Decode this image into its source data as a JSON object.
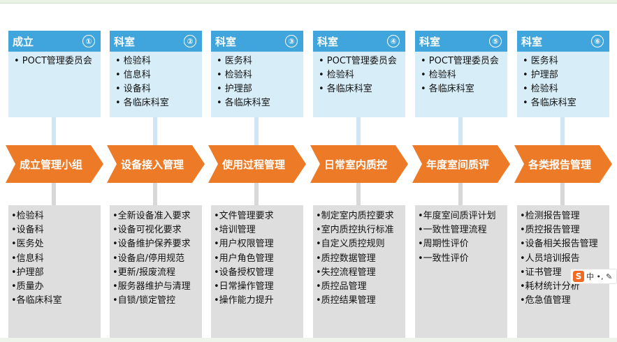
{
  "columns": [
    {
      "header": "成立",
      "num": "①",
      "top_items": [
        "• POCT管理委员会"
      ],
      "step": "成立管理小组",
      "bottom_items": [
        "•检验科",
        "•设备科",
        "•医务处",
        "•信息科",
        "•护理部",
        "•质量办",
        "•各临床科室"
      ]
    },
    {
      "header": "科室",
      "num": "②",
      "top_items": [
        "• 检验科",
        "• 信息科",
        "• 设备科",
        "• 各临床科室"
      ],
      "step": "设备接入管理",
      "bottom_items": [
        "•全新设备准入要求",
        "•设备可视化要求",
        "•设备维护保养要求",
        "•设备启/停用规范",
        "•更新/报废流程",
        "•服务器维护与清理",
        "•自锁/锁定管控"
      ]
    },
    {
      "header": "科室",
      "num": "③",
      "top_items": [
        "• 医务科",
        "• 检验科",
        "• 护理部",
        "• 各临床科室"
      ],
      "step": "使用过程管理",
      "bottom_items": [
        "•文件管理要求",
        "•培训管理",
        "•用户权限管理",
        "•用户角色管理",
        "•设备授权管理",
        "•日常操作管理",
        "•操作能力提升"
      ]
    },
    {
      "header": "科室",
      "num": "④",
      "top_items": [
        "• POCT管理委员会",
        "• 检验科",
        "• 各临床科室"
      ],
      "step": "日常室内质控",
      "bottom_items": [
        "•制定室内质控要求",
        "•室内质控执行标准",
        "•自定义质控规则",
        "•质控数据管理",
        "•失控流程管理",
        "•质控品管理",
        "•质控结果管理"
      ]
    },
    {
      "header": "科室",
      "num": "⑤",
      "top_items": [
        "• POCT管理委员会",
        "• 检验科",
        "• 各临床科室"
      ],
      "step": "年度室间质评",
      "bottom_items": [
        "•年度室间质评计划",
        "•一致性管理流程",
        "•周期性评价",
        "•一致性评价"
      ]
    },
    {
      "header": "科室",
      "num": "⑥",
      "top_items": [
        "• 医务科",
        "• 护理部",
        "• 检验科",
        "• 各临床科室"
      ],
      "step": "各类报告管理",
      "bottom_items": [
        "•检测报告管理",
        "•质控报告管理",
        "•设备相关报告管理",
        "•人员培训报告",
        "•证书管理",
        "•耗材统计分析",
        "•危急值管理"
      ]
    }
  ],
  "ime": {
    "logo": "S",
    "text": "中 •, ✎"
  },
  "colors": {
    "header": "#41a5dd",
    "top_box": "#d7eef9",
    "arrow": "#ec7a26",
    "bottom_box": "#dedede"
  }
}
